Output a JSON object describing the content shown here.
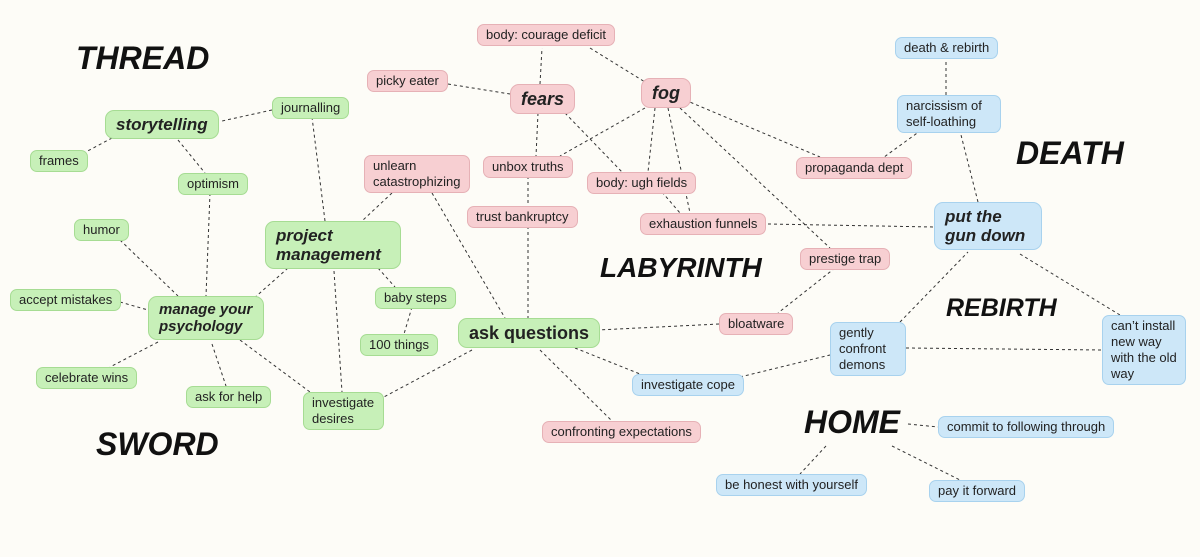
{
  "headings": {
    "thread": "THREAD",
    "death": "DEATH",
    "labyrinth": "LABYRINTH",
    "rebirth": "REBIRTH",
    "sword": "SWORD",
    "home": "HOME"
  },
  "nodes": {
    "body_courage": "body: courage deficit",
    "death_rebirth": "death & rebirth",
    "picky_eater": "picky eater",
    "fears": "fears",
    "fog": "fog",
    "narcissism": "narcissism of self-loathing",
    "journalling": "journalling",
    "storytelling": "storytelling",
    "frames": "frames",
    "optimism": "optimism",
    "unlearn": "unlearn catastrophizing",
    "unbox": "unbox truths",
    "body_ugh": "body: ugh fields",
    "propaganda": "propaganda dept",
    "trust": "trust bankruptcy",
    "exhaustion": "exhaustion funnels",
    "put_gun": "put the gun down",
    "humor": "humor",
    "project": "project management",
    "prestige": "prestige trap",
    "accept": "accept mistakes",
    "baby_steps": "baby steps",
    "manage": "manage your psychology",
    "bloatware": "bloatware",
    "cant_install": "can’t install new way with the old way",
    "ask_questions": "ask questions",
    "gently": "gently confront demons",
    "things100": "100 things",
    "celebrate": "celebrate wins",
    "investigate_cope": "investigate cope",
    "ask_help": "ask for help",
    "investigate_desires": "investigate desires",
    "commit": "commit to following through",
    "confronting": "confronting expectations",
    "honest": "be honest with yourself",
    "pay_forward": "pay it forward"
  },
  "colors": {
    "green": "#c7f0b8",
    "pink": "#f7cfd2",
    "blue": "#cde7f8",
    "background": "#fdfcf7"
  }
}
